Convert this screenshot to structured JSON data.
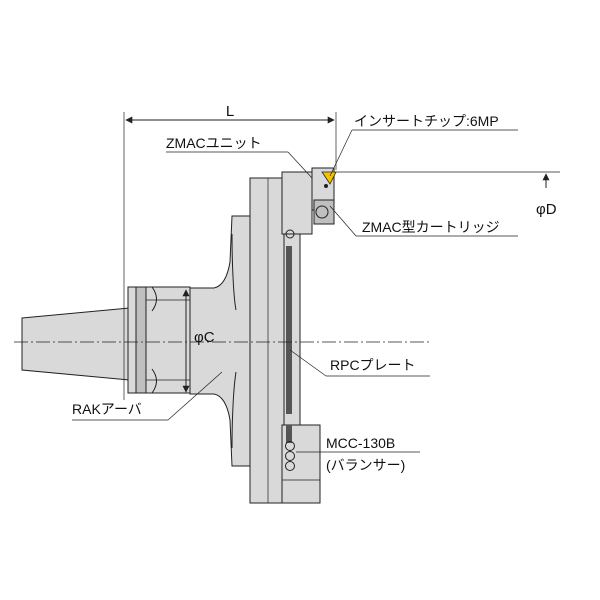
{
  "dimensions": {
    "length_label": "L",
    "diameter_c_label": "φC",
    "diameter_d_label": "φD"
  },
  "labels": {
    "insert_tip": "インサートチップ:6MP",
    "zmac_unit": "ZMACユニット",
    "zmac_cartridge": "ZMAC型カートリッジ",
    "rpc_plate": "RPCプレート",
    "rak_arbor": "RAKアーバ",
    "balancer_model": "MCC-130B",
    "balancer_name": "(バランサー)"
  },
  "colors": {
    "body": "#d9d9d9",
    "insert": "#f2c400",
    "outline": "#222222"
  }
}
